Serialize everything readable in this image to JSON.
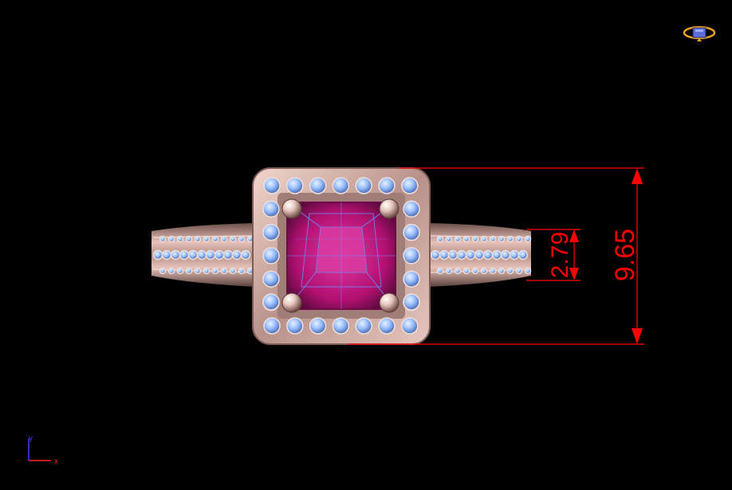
{
  "dimensions": {
    "small": {
      "value": "2.79",
      "color": "#ff0000"
    },
    "large": {
      "value": "9.65",
      "color": "#ff0000"
    }
  },
  "axes": {
    "y_label": "y",
    "x_label": "x",
    "y_color": "#3a3aff",
    "x_color": "#ff2020"
  },
  "colors": {
    "metal": "#d9b3aa",
    "metal_dark": "#8e6a63",
    "center_stone": "#c0127a",
    "accent_stones": "#8fb8ff",
    "dimension_line": "#ff0000"
  },
  "icons": {
    "view_cube": "navigation-cube-icon",
    "axis_triad": "axis-triad-icon"
  }
}
